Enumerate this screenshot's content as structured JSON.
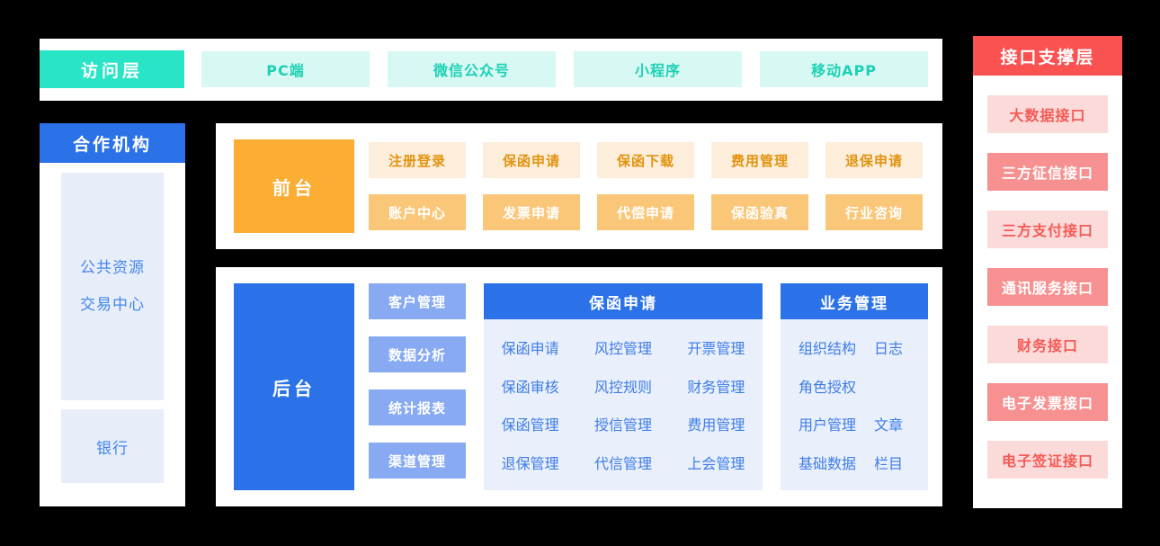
{
  "colors": {
    "teal": "#2AE4C6",
    "teal_chip_bg": "#D8F8F3",
    "teal_chip_text": "#1DD1B4",
    "blue": "#2B72E8",
    "light_blue_chip": "#88AAF2",
    "panel_body_blue": "#E9EFFB",
    "blue_text": "#3E7DE6",
    "orange": "#FBAD34",
    "cream_chip_bg": "#FCEEDB",
    "orange_text": "#E2930F",
    "orange_chip": "#FAC678",
    "red": "#FA5151",
    "pink_light_bg": "#FBDADA",
    "pink_text": "#F65A55",
    "salmon_bg": "#F79191"
  },
  "access_layer": {
    "title": "访问层",
    "items": [
      "PC端",
      "微信公众号",
      "小程序",
      "移动APP"
    ]
  },
  "partners": {
    "title": "合作机构",
    "trade_center": {
      "line1": "公共资源",
      "line2": "交易中心"
    },
    "bank": "银行"
  },
  "front_office": {
    "title": "前台",
    "row1": [
      "注册登录",
      "保函申请",
      "保函下载",
      "费用管理",
      "退保申请"
    ],
    "row2": [
      "账户中心",
      "发票申请",
      "代偿申请",
      "保函验真",
      "行业咨询"
    ]
  },
  "back_office": {
    "title": "后台",
    "side_items": [
      "客户管理",
      "数据分析",
      "统计报表",
      "渠道管理"
    ],
    "guarantee_panel": {
      "title": "保函申请",
      "cells": [
        "保函申请",
        "风控管理",
        "开票管理",
        "保函审核",
        "风控规则",
        "财务管理",
        "保函管理",
        "授信管理",
        "费用管理",
        "退保管理",
        "代信管理",
        "上会管理"
      ]
    },
    "business_panel": {
      "title": "业务管理",
      "rows": [
        [
          "组织结构",
          "日志"
        ],
        [
          "角色授权"
        ],
        [
          "用户管理",
          "文章"
        ],
        [
          "基础数据",
          "栏目"
        ]
      ]
    }
  },
  "interface_layer": {
    "title": "接口支撑层",
    "items": [
      "大数据接口",
      "三方征信接口",
      "三方支付接口",
      "通讯服务接口",
      "财务接口",
      "电子发票接口",
      "电子签证接口"
    ]
  }
}
